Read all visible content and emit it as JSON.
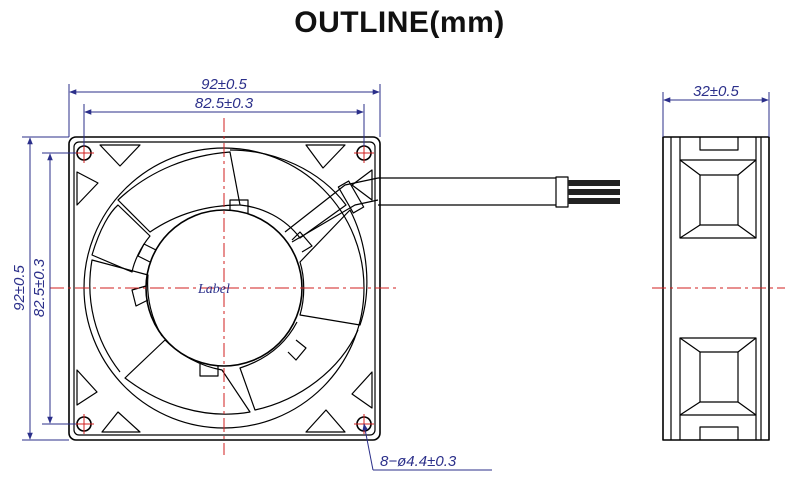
{
  "title": "OUTLINE(mm)",
  "front_view": {
    "dim_outer_width": "92±0.5",
    "dim_hole_pitch_width": "82.5±0.3",
    "dim_outer_height": "92±0.5",
    "dim_hole_pitch_height": "82.5±0.3",
    "hub_label": "Label",
    "hole_callout": "8−ø4.4±0.3"
  },
  "side_view": {
    "dim_depth": "32±0.5"
  },
  "colors": {
    "outline": "#000000",
    "dimension": "#2b2f8a",
    "centerline": "#d11f1f"
  }
}
